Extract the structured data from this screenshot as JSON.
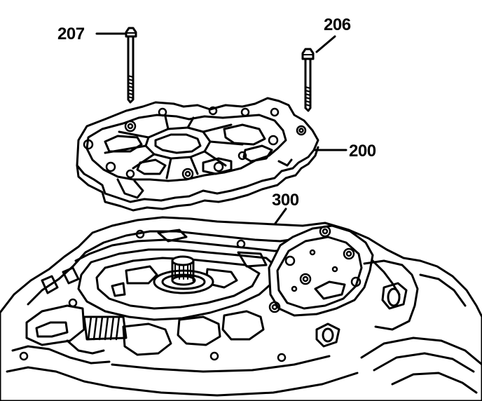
{
  "callouts": {
    "bolt_207": "207",
    "bolt_206": "206",
    "cover_200": "200",
    "valve_body_300": "300"
  }
}
